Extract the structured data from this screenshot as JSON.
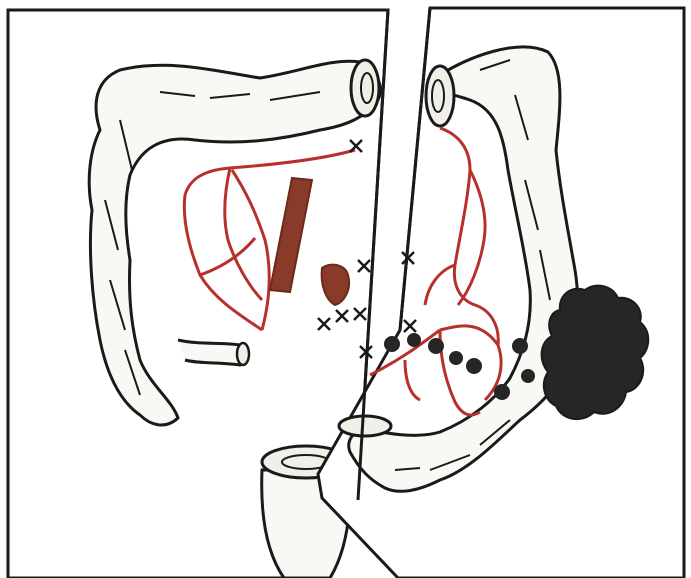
{
  "figure": {
    "kind": "surgical-illustration",
    "panels": [
      "left-panel",
      "right-panel"
    ],
    "colors": {
      "outline": "#1a1a1a",
      "bowel_fill": "#f8f8f4",
      "vessel": "#b8302a",
      "vessel_trunk": "#8a3a28",
      "tumor": "#262626",
      "lymph_node": "#262626",
      "background": "#ffffff"
    },
    "left_panel_labels": [],
    "right_panel_labels": []
  }
}
